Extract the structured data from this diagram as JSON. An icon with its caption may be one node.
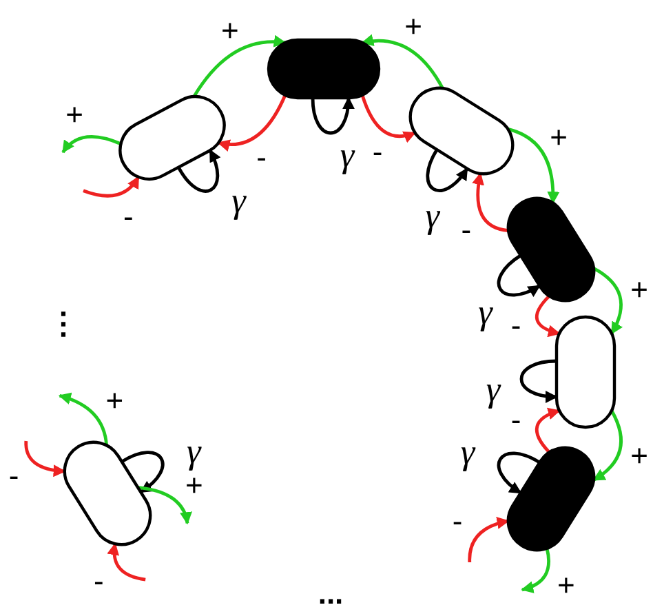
{
  "diagram": {
    "nodes": [
      {
        "text": [],
        "shape": "capsule"
      },
      {
        "text": [],
        "shape": "capsule"
      },
      {
        "text": [],
        "shape": "capsule"
      },
      {
        "text": [],
        "shape": "capsule"
      },
      {
        "text": [],
        "shape": "capsule"
      },
      {
        "text": [],
        "shape": "capsule"
      },
      {
        "text": [],
        "shape": "capsule"
      }
    ],
    "edges": [
      {
        "from": 0,
        "to": 1,
        "arrow": "to",
        "label": "+"
      },
      {
        "from": 1,
        "to": 0,
        "arrow": "to",
        "label": "-",
        "color": "#ee2222"
      },
      {
        "from": 0,
        "to": 0,
        "arrow": "to",
        "label": "γ",
        "color": "#000000"
      },
      {
        "from": 0,
        "to": null,
        "arrow": "to",
        "label": "+"
      },
      {
        "from": null,
        "to": 0,
        "arrow": "to",
        "label": "-",
        "color": "#ee2222"
      },
      {
        "from": 2,
        "to": 1,
        "arrow": "to",
        "label": "+"
      },
      {
        "from": 1,
        "to": 2,
        "arrow": "to",
        "label": "-",
        "color": "#ee2222"
      },
      {
        "from": 1,
        "to": 1,
        "arrow": "to",
        "label": "γ",
        "color": "#000000"
      },
      {
        "from": 2,
        "to": 3,
        "arrow": "to",
        "label": "+"
      },
      {
        "from": 3,
        "to": 2,
        "arrow": "to",
        "label": "-",
        "color": "#ee2222"
      },
      {
        "from": 2,
        "to": 2,
        "arrow": "to",
        "label": "γ",
        "color": "#000000"
      },
      {
        "from": 3,
        "to": 4,
        "arrow": "to",
        "label": "+"
      },
      {
        "from": 3,
        "to": 4,
        "arrow": "to",
        "label": "-",
        "color": "#ee2222"
      },
      {
        "from": 3,
        "to": 3,
        "arrow": "to",
        "label": "γ",
        "color": "#000000"
      },
      {
        "from": 4,
        "to": 5,
        "arrow": "to",
        "label": "+"
      },
      {
        "from": 5,
        "to": 4,
        "arrow": "to",
        "label": "-",
        "color": "#ee2222"
      },
      {
        "from": 4,
        "to": 4,
        "arrow": "to",
        "label": "γ",
        "color": "#000000"
      },
      {
        "from": 5,
        "to": 5,
        "arrow": "to",
        "label": "γ",
        "color": "#000000"
      },
      {
        "from": null,
        "to": 5,
        "arrow": "to",
        "label": "-",
        "color": "#ee2222"
      },
      {
        "from": 5,
        "to": null,
        "arrow": "to",
        "label": "+"
      },
      {
        "from": 6,
        "to": 6,
        "arrow": "to",
        "label": "γ",
        "color": "#000000"
      },
      {
        "from": 6,
        "to": null,
        "arrow": "to",
        "label": "+"
      },
      {
        "from": null,
        "to": 6,
        "arrow": "to",
        "label": "-",
        "color": "#ee2222"
      },
      {
        "from": 6,
        "to": null,
        "arrow": "to",
        "label": "+"
      },
      {
        "from": null,
        "to": 6,
        "arrow": "to",
        "label": "-",
        "color": "#ee2222"
      }
    ],
    "labels": [
      "⋮",
      "..."
    ]
  }
}
